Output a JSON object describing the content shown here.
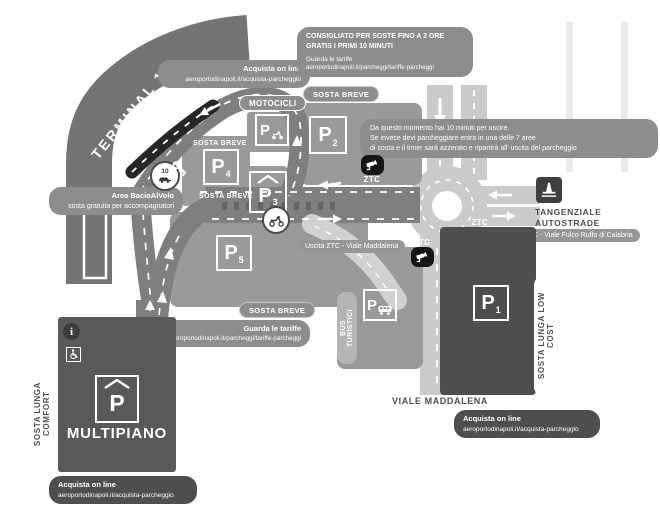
{
  "labels": {
    "terminal": "TERMINAL 1",
    "viale_maddalena": "VIALE MADDALENA",
    "tangenziale_1": "TANGENZIALE",
    "tangenziale_2": "AUTOSTRADE",
    "ztc": "ZTC",
    "sosta_breve": "SOSTA BREVE",
    "motocicli": "MOTOCICLI",
    "sosta_lunga_comfort": "SOSTA LUNGA COMFORT",
    "sosta_lunga_low_cost": "SOSTA LUNGA  LOW COST",
    "bus_turistici": "BUS TURISTICI",
    "multipiano": "MULTIPIANO",
    "min10": "10",
    "info": "i"
  },
  "parkings": {
    "p1": {
      "letter": "P",
      "num": "1"
    },
    "p2": {
      "letter": "P",
      "num": "2"
    },
    "p3": {
      "letter": "P",
      "num": "3"
    },
    "p4": {
      "letter": "P",
      "num": "4"
    },
    "p5": {
      "letter": "P",
      "num": "5"
    },
    "moto": {
      "letter": "P"
    },
    "bus": {
      "letter": "P"
    },
    "multipiano": {
      "letter": "P"
    }
  },
  "bubbles": {
    "acquista_top": {
      "title": "Acquista on line",
      "url": "aeroportodinapoli.it/acquista-parcheggio"
    },
    "consigliato": {
      "line1": "CONSIGLIATO PER SOSTE FINO A 2 ORE",
      "line2": "GRATIS I PRIMI 10 MINUTI",
      "line3": "Guarda le tariffe",
      "url": "aeroportodinapoli.it/parcheggi/tariffe-parcheggi"
    },
    "timer": {
      "line1": "Da questo momento hai 10 minuti per uscire.",
      "line2": "Se invece devi parcheggiare entra in una delle 7 aree",
      "line3": "di sosta e il timer sarà azzerato e ripartirà all' uscita del parcheggio"
    },
    "bacio": {
      "title": "Area BacioAlVolo",
      "subtitle": "sosta gratuita per accompagnatori"
    },
    "uscita_maddalena": "Uscita ZTC - Viale Maddalena",
    "uscita_fulco": "Uscita ZTC - Viale Fulco Ruffo di Calabria",
    "guarda_bottom": {
      "title": "Guarda le tariffe",
      "url": "aeroportodinapoli.it/parcheggi/tariffe-parcheggi"
    },
    "acquista_multipiano": {
      "title": "Acquista on line",
      "url": "aeroportodinapoli.it/acquista-parcheggio"
    },
    "acquista_p1": {
      "title": "Acquista on line",
      "url": "aeroportodinapoli.it/acquista-parcheggio"
    }
  },
  "colors": {
    "terminal_band": "#747474",
    "zone_gray": "#9a9a9a",
    "internal_road": "#7f7f7f",
    "public_road": "#cbcbcb",
    "dark_block": "#4e4e4e",
    "bubble_gray": "#8d8d8d",
    "dropoff_black": "#262626"
  }
}
